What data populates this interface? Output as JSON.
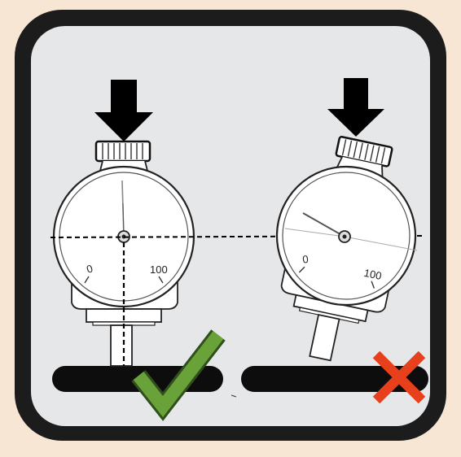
{
  "colors": {
    "page_background": "#f7e6d4",
    "panel_fill": "#e6e7e9",
    "frame": "#1c1c1c",
    "check": "#6aa23a",
    "cross": "#e8401c"
  },
  "left_gauge": {
    "scale_min_label": "0",
    "scale_max_label": "100",
    "status_icon": "checkmark-icon"
  },
  "right_gauge": {
    "scale_min_label": "0",
    "scale_max_label": "100",
    "status_icon": "cross-icon"
  }
}
